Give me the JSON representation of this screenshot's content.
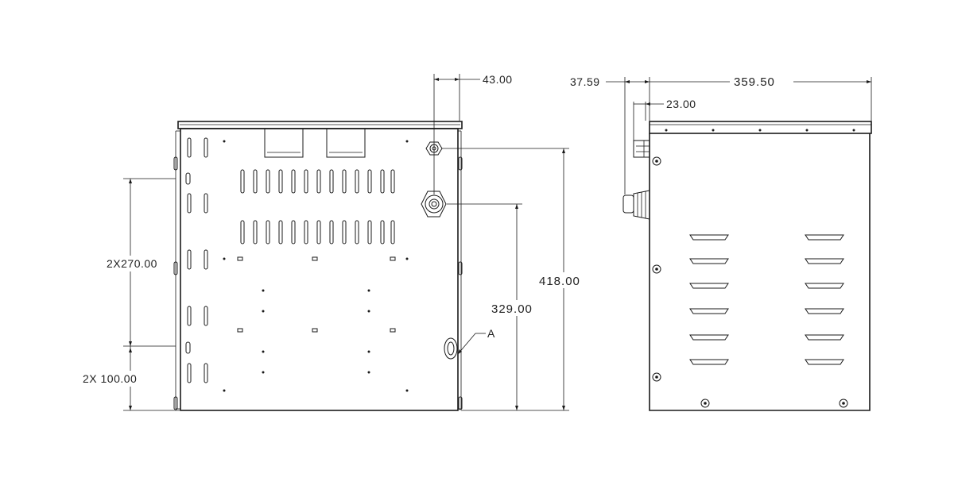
{
  "colors": {
    "line": "#1a1a1a",
    "background": "#ffffff"
  },
  "dimensions": {
    "top_offset": "43.00",
    "pitch": "2X270.00",
    "base_offset": "2X 100.00",
    "height_total": "418.00",
    "height_gland": "329.00",
    "side_width": "359.50",
    "side_left": "37.59",
    "side_gland": "23.00"
  },
  "callouts": {
    "a": "A"
  }
}
